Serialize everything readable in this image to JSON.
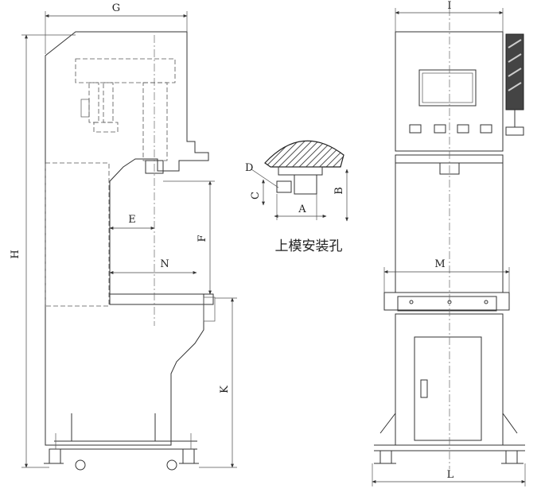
{
  "dimensions": {
    "G": "G",
    "H": "H",
    "E": "E",
    "F": "F",
    "N": "N",
    "K": "K",
    "I": "I",
    "M": "M",
    "L": "L",
    "A": "A",
    "B": "B",
    "C": "C",
    "D": "D"
  },
  "detail_caption": "上模安装孔"
}
